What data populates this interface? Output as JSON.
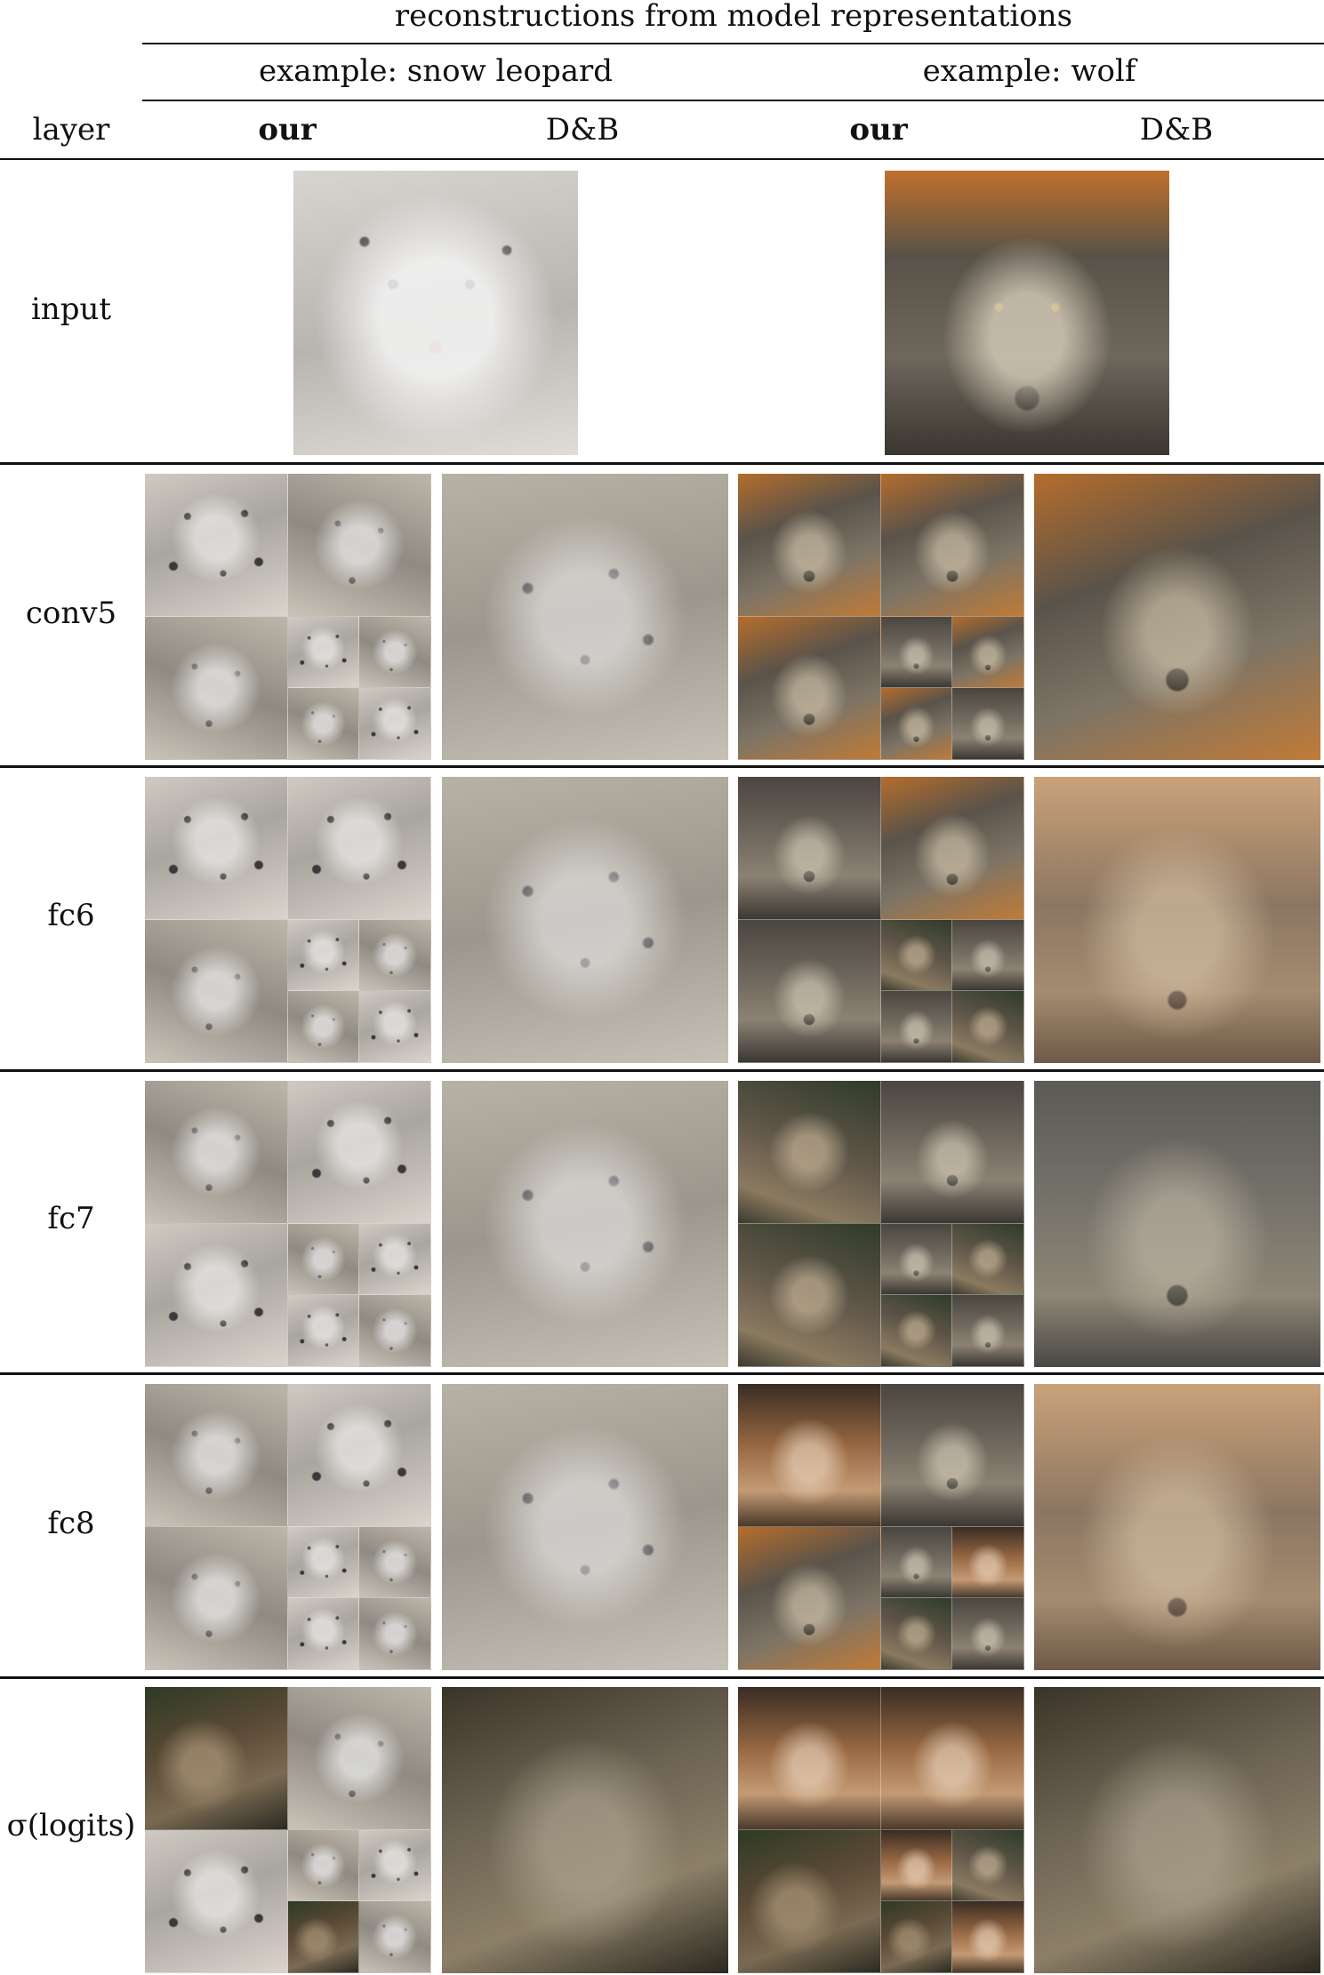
{
  "header": {
    "super_title": "reconstructions from model representations",
    "examples": [
      {
        "label": "example: snow leopard"
      },
      {
        "label": "example: wolf"
      }
    ],
    "layer_label": "layer",
    "columns": [
      "our",
      "D&B",
      "our",
      "D&B"
    ]
  },
  "rows": [
    {
      "label": "input"
    },
    {
      "label": "conv5"
    },
    {
      "label": "fc6"
    },
    {
      "label": "fc7"
    },
    {
      "label": "fc8"
    },
    {
      "label": "σ(logits)"
    }
  ]
}
